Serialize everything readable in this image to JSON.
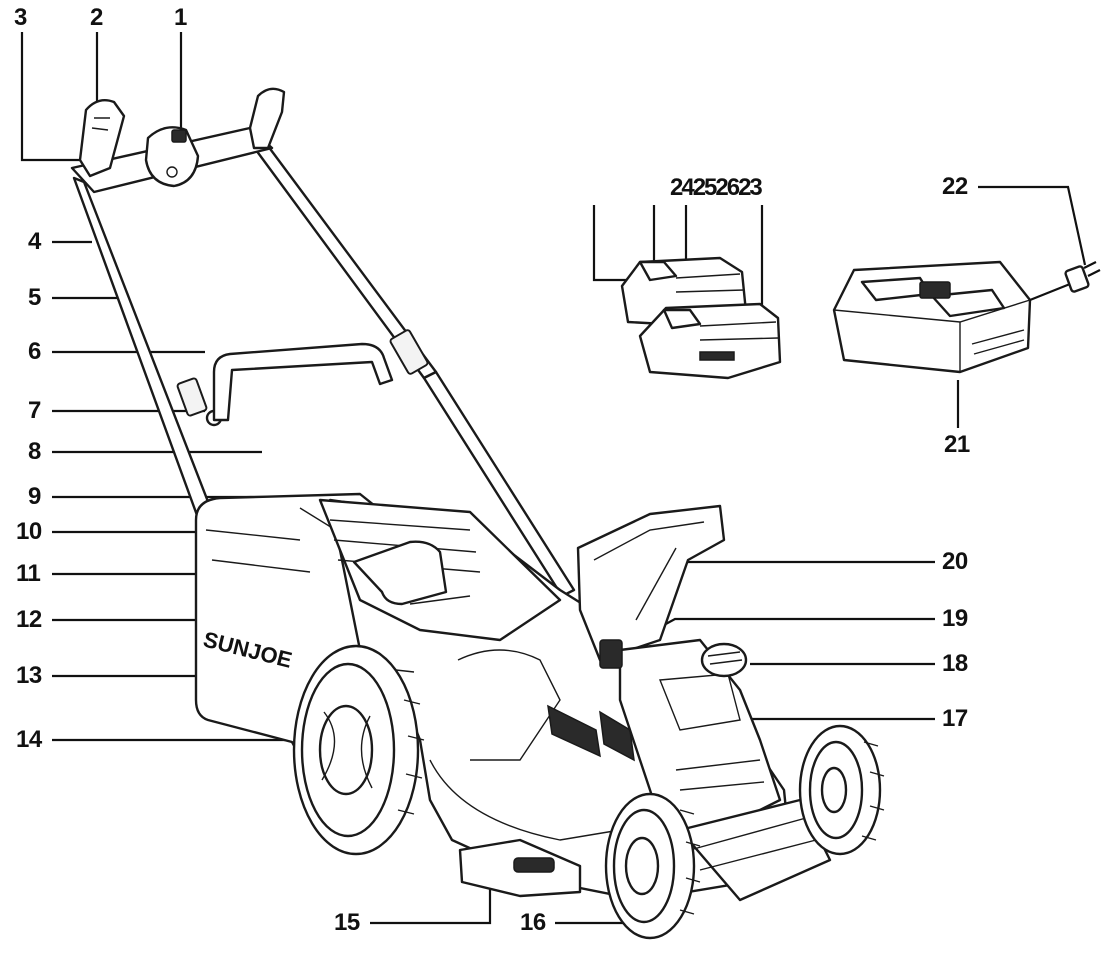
{
  "labels": {
    "n1": "1",
    "n2": "2",
    "n3": "3",
    "n4": "4",
    "n5": "5",
    "n6": "6",
    "n7": "7",
    "n8": "8",
    "n9": "9",
    "n10": "10",
    "n11": "11",
    "n12": "12",
    "n13": "13",
    "n14": "14",
    "n15": "15",
    "n16": "16",
    "n17": "17",
    "n18": "18",
    "n19": "19",
    "n20": "20",
    "n21": "21",
    "n22": "22",
    "n23": "23",
    "battery_group": "24252623"
  },
  "brand_text": "SUNJOE",
  "colors": {
    "line": "#111111",
    "background": "#ffffff"
  }
}
